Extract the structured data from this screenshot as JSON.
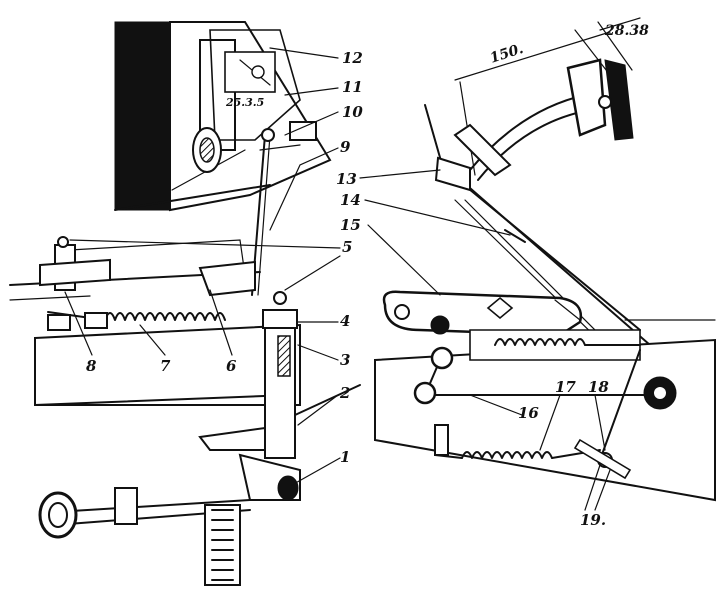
{
  "left_view": {
    "callouts": [
      "12",
      "11",
      "10",
      "9",
      "13",
      "5",
      "4",
      "3",
      "2",
      "1",
      "8",
      "7",
      "6"
    ],
    "inset_label": "25.3.5"
  },
  "right_view": {
    "callouts": [
      "13",
      "14",
      "15",
      "16",
      "17",
      "18",
      "19."
    ],
    "dimensions": [
      "150.",
      "28.38"
    ]
  }
}
